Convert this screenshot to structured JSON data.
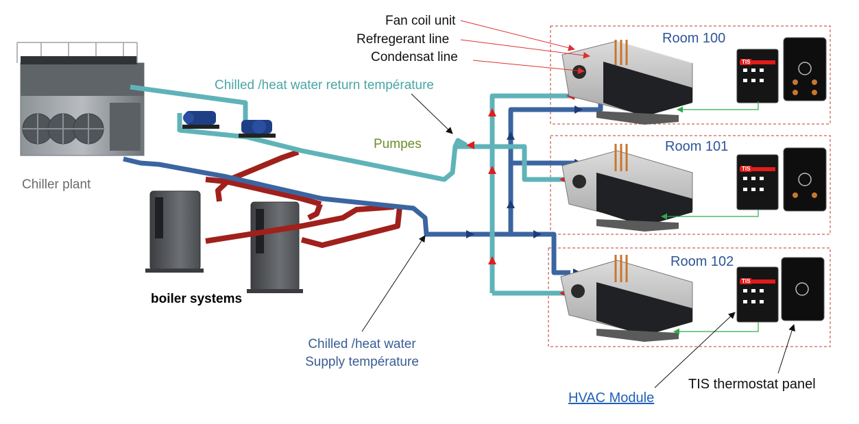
{
  "labels": {
    "fan_coil_unit": "Fan coil unit",
    "refrigerant_line": "Refregerant line",
    "condensate_line": "Condensat line",
    "return_temp": "Chilled /heat water return température",
    "pumps": "Pumpes",
    "chiller_plant": "Chiller plant",
    "boiler_systems": "boiler systems",
    "supply_temp_line1": "Chilled /heat water",
    "supply_temp_line2": "Supply  température",
    "hvac_module": "HVAC Module",
    "thermostat_panel": "TIS thermostat panel",
    "tis_brand": "TIS"
  },
  "rooms": [
    {
      "name": "Room 100"
    },
    {
      "name": "Room 101"
    },
    {
      "name": "Room 102"
    }
  ],
  "colors": {
    "return_pipe": "#5fb3b8",
    "supply_pipe": "#3b65a0",
    "boiler_pipe": "#a0201c",
    "room_border": "#c0392b",
    "control_wire": "#2eaa4a",
    "arrow_red": "#e31b1b",
    "arrow_navy": "#1d3b77",
    "annotation_red": "#e03030",
    "equipment_grey": "#6c6f73"
  },
  "icons": [
    "chiller-icon",
    "pump-icon",
    "boiler-icon",
    "fan-coil-icon",
    "hvac-module-icon",
    "thermostat-icon"
  ]
}
